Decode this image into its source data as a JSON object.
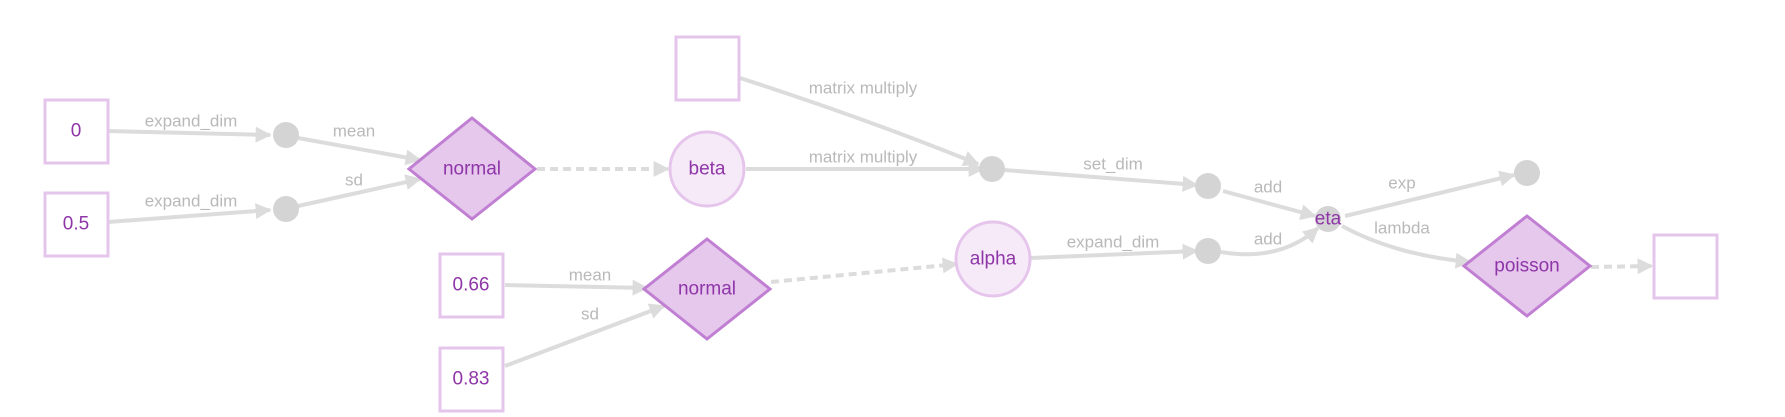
{
  "nodes": {
    "const_0": "0",
    "const_05": "0.5",
    "const_066": "0.66",
    "const_083": "0.83",
    "normal_beta": "normal",
    "normal_alpha": "normal",
    "beta": "beta",
    "alpha": "alpha",
    "eta": "eta",
    "poisson": "poisson"
  },
  "edges": {
    "expand_dim_0": "expand_dim",
    "expand_dim_05": "expand_dim",
    "mean_beta": "mean",
    "sd_beta": "sd",
    "mean_alpha": "mean",
    "sd_alpha": "sd",
    "matmul_top": "matrix multiply",
    "matmul_beta": "matrix multiply",
    "set_dim": "set_dim",
    "expand_dim_alpha": "expand_dim",
    "add_top": "add",
    "add_bottom": "add",
    "exp": "exp",
    "lambda": "lambda"
  },
  "colors": {
    "node_text": "#8e35a8",
    "edge_stroke": "#dcdcdc",
    "edge_label": "#b9b9b9",
    "diamond_fill": "#e7c8ed",
    "diamond_stroke": "#c07fd2",
    "box_stroke": "#e6c5ec",
    "circle_fill": "#f6eaf8"
  }
}
